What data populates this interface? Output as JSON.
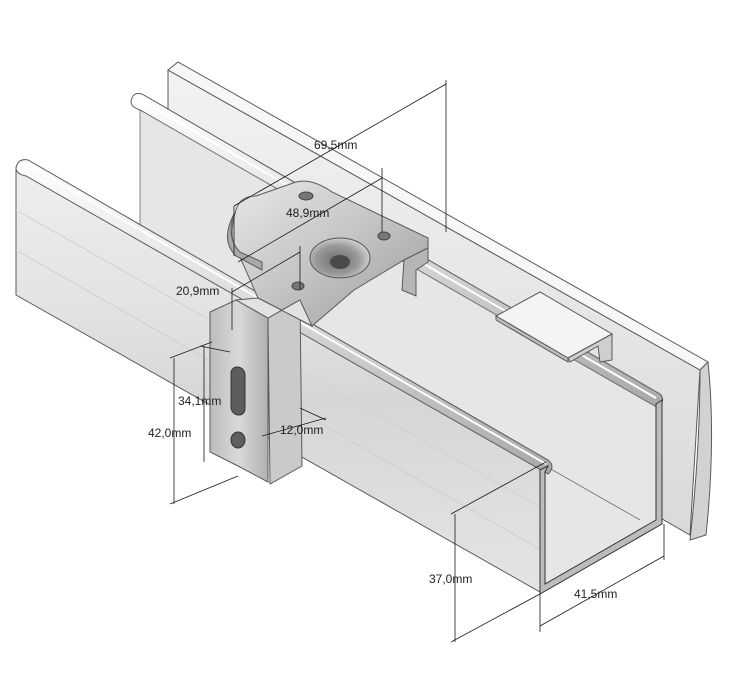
{
  "dimensions": {
    "bracket_length": "69,5mm",
    "bracket_top_width": "48,9mm",
    "bracket_flange": "20,9mm",
    "slot_length": "34,1mm",
    "leg_height": "42,0mm",
    "leg_depth": "12,0mm",
    "profile_height": "37,0mm",
    "profile_width": "41,5mm"
  },
  "colors": {
    "profile_light": "#ececec",
    "profile_mid": "#dcdcdc",
    "profile_dark": "#c9c9c9",
    "edge": "#5a5a5a",
    "background": "#ffffff"
  }
}
